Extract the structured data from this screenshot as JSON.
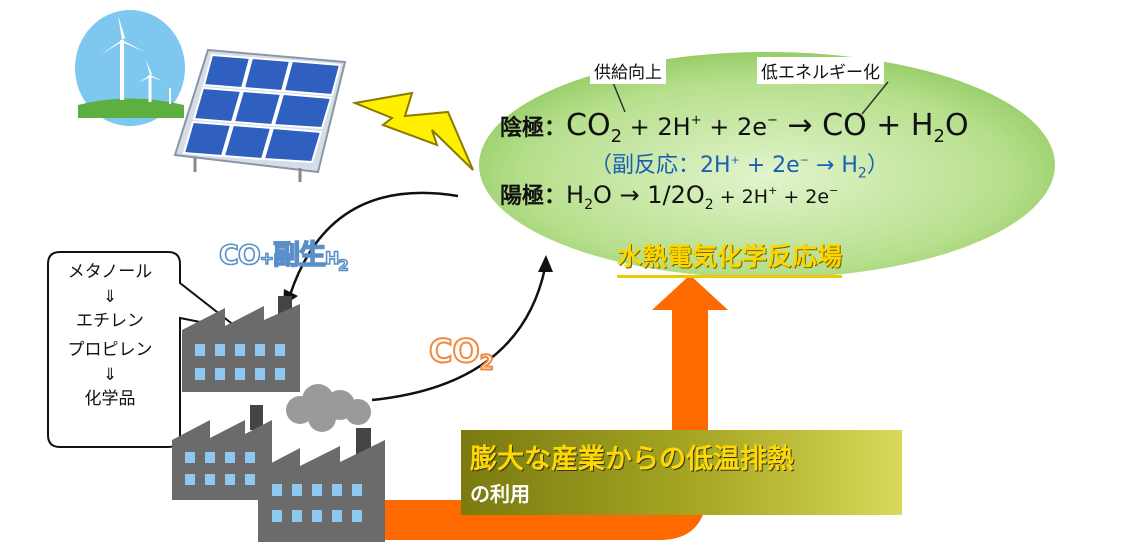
{
  "colors": {
    "ellipse_fill": "#9ed26a",
    "ellipse_light": "#d9f0c0",
    "arrow_orange": "#ff6a00",
    "bolt_yellow": "#ffef00",
    "factory_gray": "#6b6b6b",
    "window_blue": "#8ec8f0",
    "solar_blue": "#2f5fbf",
    "label_blue": "#1a5fb4",
    "field_yellow": "#ffd400"
  },
  "icons": {
    "wind": "wind-turbine-icon",
    "solar": "solar-panel-icon",
    "bolt": "lightning-bolt-icon",
    "factory": "factory-icon"
  },
  "callouts": {
    "supply": "供給向上",
    "energy": "低エネルギー化"
  },
  "cathode": {
    "label": "陰極：",
    "co": "CO",
    "co_sub": "2",
    "plus1": " + 2H",
    "hplus1": "+",
    "plus2": " + 2e",
    "eminus1": "−",
    "arrow": " → ",
    "product": "CO + H",
    "h2o_sub": "2",
    "o": "O"
  },
  "side_reaction": {
    "open": "（副反応：2H",
    "hplus": "+",
    "mid": " + 2e",
    "eminus": "−",
    "arrow": " → H",
    "sub": "2",
    "close": "）"
  },
  "anode": {
    "label": "陽極：",
    "h": "H",
    "h_sub": "2",
    "o_arrow": "O → ",
    "half": "1/2O",
    "o2_sub": "2",
    "plus1": " + 2H",
    "hplus": "+",
    "plus2": " + 2e",
    "eminus": "−"
  },
  "field_label": "水熱電気化学反応場",
  "products": {
    "line1": "メタノール",
    "arrow1": "⇓",
    "line2": "エチレン",
    "line3": "プロピレン",
    "arrow2": "⇓",
    "line4": "化学品"
  },
  "co_h2": {
    "co": "CO",
    "plus": "+",
    "byproduct": "副生",
    "h": "H",
    "sub": "2"
  },
  "co2": {
    "co": "CO",
    "sub": "2"
  },
  "heat": {
    "line1": "膨大な産業からの低温排熱",
    "line2": "の利用"
  }
}
